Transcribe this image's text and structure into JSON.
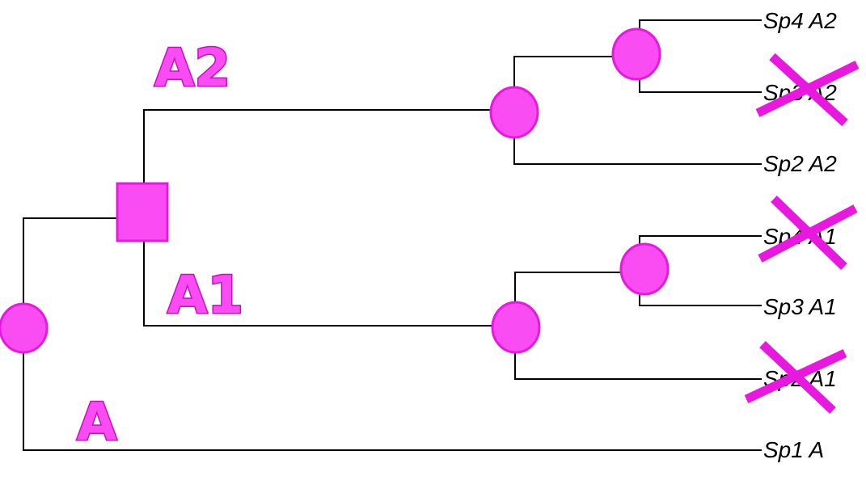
{
  "colors": {
    "node_fill": "#f94cf2",
    "node_stroke": "#e818de",
    "clade_label_fill": "#f94cf2",
    "clade_label_stroke": "#c60fbf",
    "loss_mark": "#e818de",
    "branch": "#000000"
  },
  "tree": {
    "clade_labels": {
      "a2": "A2",
      "a1": "A1",
      "a": "A"
    },
    "leaves": [
      {
        "label": "Sp4 A2",
        "lost": false
      },
      {
        "label": "Sp3 A2",
        "lost": true
      },
      {
        "label": "Sp2 A2",
        "lost": false
      },
      {
        "label": "Sp4 A1",
        "lost": true
      },
      {
        "label": "Sp3 A1",
        "lost": false
      },
      {
        "label": "Sp2 A1",
        "lost": true
      },
      {
        "label": "Sp1 A",
        "lost": false
      }
    ],
    "nodes": [
      {
        "id": "root",
        "event": "speciation",
        "shape": "circle-node"
      },
      {
        "id": "duplication",
        "event": "duplication",
        "shape": "square-node"
      },
      {
        "id": "a2-clade",
        "event": "speciation",
        "shape": "circle-node"
      },
      {
        "id": "a2-subclade",
        "event": "speciation",
        "shape": "circle-node"
      },
      {
        "id": "a1-clade",
        "event": "speciation",
        "shape": "circle-node"
      },
      {
        "id": "a1-subclade",
        "event": "speciation",
        "shape": "circle-node"
      }
    ]
  }
}
